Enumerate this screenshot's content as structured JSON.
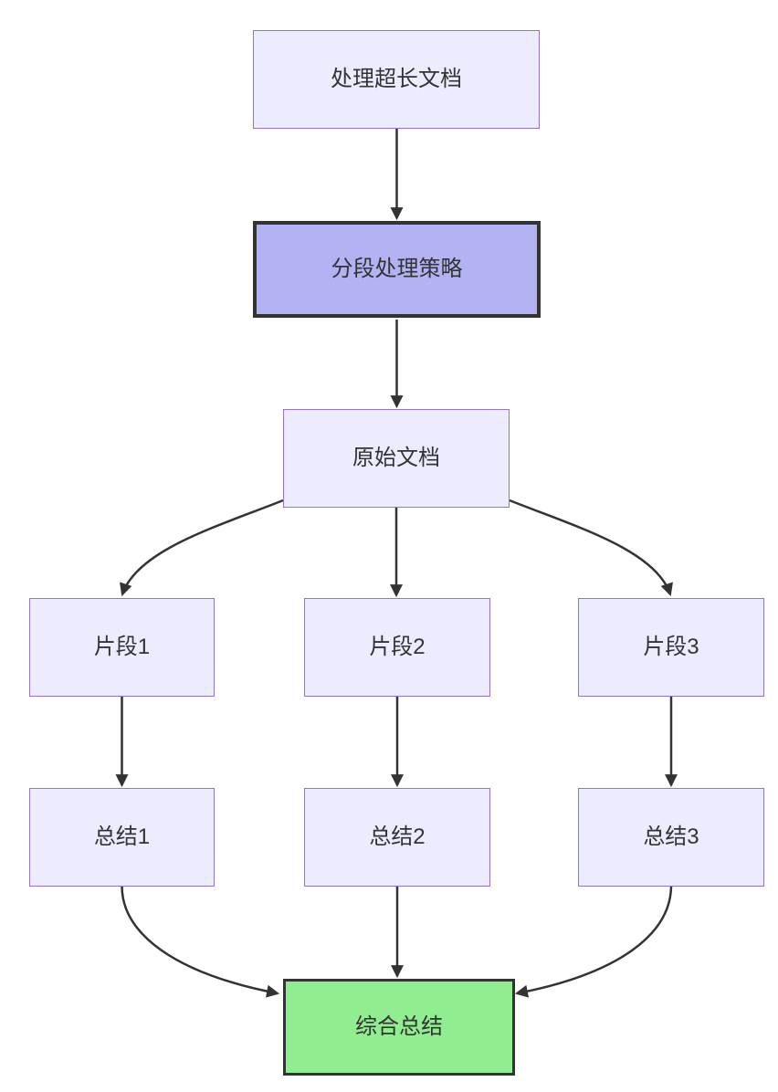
{
  "diagram": {
    "type": "flowchart",
    "direction": "top-down",
    "nodes": [
      {
        "id": "A",
        "label": "处理超长文档",
        "kind": "default"
      },
      {
        "id": "B",
        "label": "分段处理策略",
        "kind": "highlight-purple"
      },
      {
        "id": "C",
        "label": "原始文档",
        "kind": "default"
      },
      {
        "id": "D",
        "label": "片段1",
        "kind": "default"
      },
      {
        "id": "E",
        "label": "片段2",
        "kind": "default"
      },
      {
        "id": "F",
        "label": "片段3",
        "kind": "default"
      },
      {
        "id": "G",
        "label": "总结1",
        "kind": "default"
      },
      {
        "id": "H",
        "label": "总结2",
        "kind": "default"
      },
      {
        "id": "I",
        "label": "总结3",
        "kind": "default"
      },
      {
        "id": "J",
        "label": "综合总结",
        "kind": "highlight-green"
      }
    ],
    "edges": [
      {
        "from": "A",
        "to": "B"
      },
      {
        "from": "B",
        "to": "C"
      },
      {
        "from": "C",
        "to": "D"
      },
      {
        "from": "C",
        "to": "E"
      },
      {
        "from": "C",
        "to": "F"
      },
      {
        "from": "D",
        "to": "G"
      },
      {
        "from": "E",
        "to": "H"
      },
      {
        "from": "F",
        "to": "I"
      },
      {
        "from": "G",
        "to": "J"
      },
      {
        "from": "H",
        "to": "J"
      },
      {
        "from": "I",
        "to": "J"
      }
    ],
    "colors": {
      "background": "#FFFFFF",
      "node_fill": "#ECECFF",
      "node_border": "#9370DB",
      "highlight_fill": "#B3B3F3",
      "highlight_border": "#333333",
      "green_fill": "#90EE90",
      "green_border": "#333333",
      "edge": "#333333",
      "text": "#333333"
    }
  }
}
